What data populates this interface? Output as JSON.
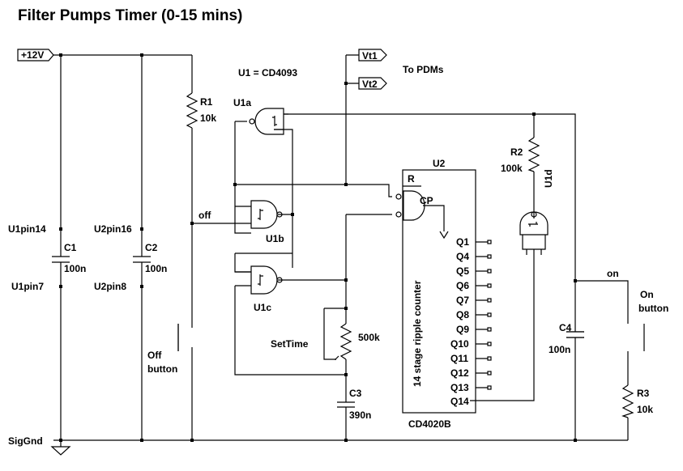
{
  "title": "Filter Pumps Timer (0-15 mins)",
  "rails": {
    "supply": "+12V",
    "ground": "SigGnd"
  },
  "ic_note": "U1 = CD4093",
  "outputs": {
    "vt1": "Vt1",
    "vt2": "Vt2",
    "note": "To PDMs"
  },
  "power_pins": {
    "u1_vdd": "U1pin14",
    "u1_vss": "U1pin7",
    "u2_vdd": "U2pin16",
    "u2_vss": "U2pin8"
  },
  "components": {
    "c1": {
      "ref": "C1",
      "value": "100n"
    },
    "c2": {
      "ref": "C2",
      "value": "100n"
    },
    "c3": {
      "ref": "C3",
      "value": "390n"
    },
    "c4": {
      "ref": "C4",
      "value": "100n"
    },
    "r1": {
      "ref": "R1",
      "value": "10k"
    },
    "r2": {
      "ref": "R2",
      "value": "100k"
    },
    "r3": {
      "ref": "R3",
      "value": "10k"
    },
    "pot": {
      "ref": "SetTime",
      "value": "500k"
    }
  },
  "gates": {
    "u1a": "U1a",
    "u1b": "U1b",
    "u1c": "U1c",
    "u1d": "U1d"
  },
  "counter": {
    "ref": "U2",
    "part": "CD4020B",
    "desc": "14 stage ripple counter",
    "reset": "R",
    "clock": "CP",
    "outputs": [
      "Q1",
      "Q4",
      "Q5",
      "Q6",
      "Q7",
      "Q8",
      "Q9",
      "Q10",
      "Q11",
      "Q12",
      "Q13",
      "Q14"
    ]
  },
  "nets": {
    "off": "off",
    "on": "on"
  },
  "switches": {
    "off_line1": "Off",
    "off_line2": "button",
    "on_line1": "On",
    "on_line2": "button"
  }
}
